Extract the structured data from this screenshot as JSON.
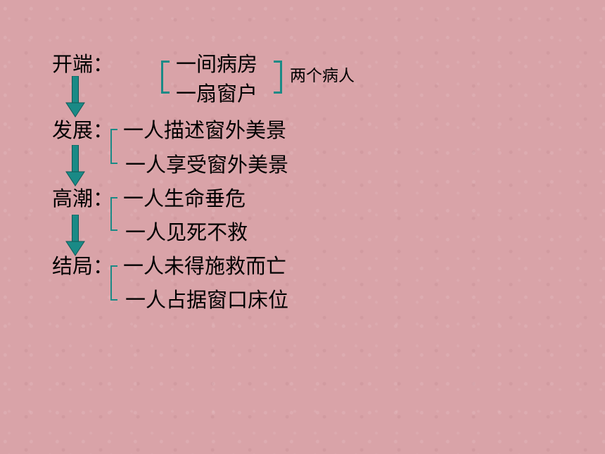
{
  "colors": {
    "background": "#d9a3a8",
    "accent": "#1a8a86"
  },
  "stages": [
    {
      "label": "开端：",
      "items": [
        "一间病房",
        "一扇窗户"
      ],
      "note": "两个病人"
    },
    {
      "label": "发展：",
      "items": [
        "一人描述窗外美景",
        "一人享受窗外美景"
      ]
    },
    {
      "label": "高潮：",
      "items": [
        "一人生命垂危",
        "一人见死不救"
      ]
    },
    {
      "label": "结局：",
      "items": [
        "一人未得施救而亡",
        "一人占据窗口床位"
      ]
    }
  ]
}
